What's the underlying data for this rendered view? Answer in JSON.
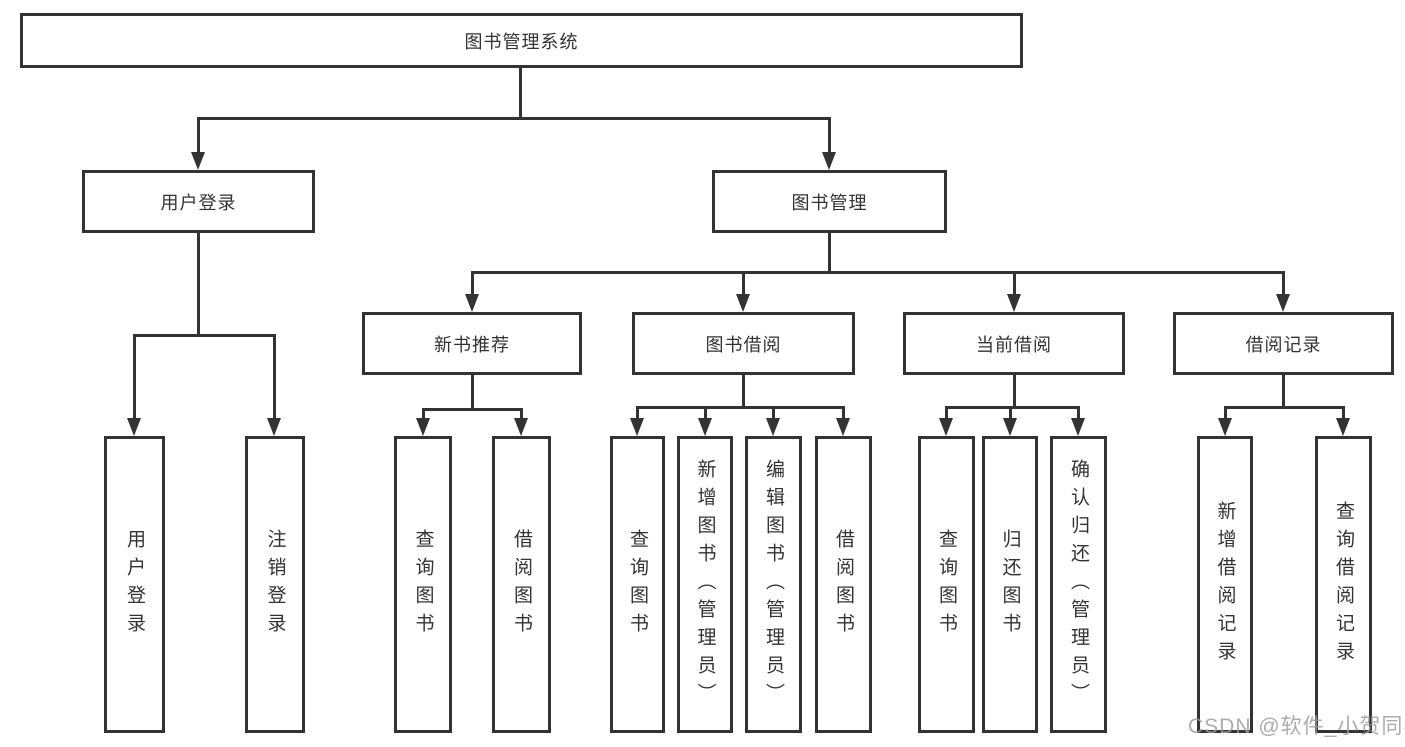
{
  "watermark": "CSDN @软件_小贺同学",
  "colors": {
    "line": "#333333",
    "text": "#333333",
    "watermark": "#9e9e9e",
    "background": "#ffffff"
  },
  "tree": {
    "label": "图书管理系统",
    "children": [
      {
        "label": "用户登录",
        "children": [
          {
            "label": "用户登录"
          },
          {
            "label": "注销登录"
          }
        ]
      },
      {
        "label": "图书管理",
        "children": [
          {
            "label": "新书推荐",
            "children": [
              {
                "label": "查询图书"
              },
              {
                "label": "借阅图书"
              }
            ]
          },
          {
            "label": "图书借阅",
            "children": [
              {
                "label": "查询图书"
              },
              {
                "label": "新增图书（管理员）"
              },
              {
                "label": "编辑图书（管理员）"
              },
              {
                "label": "借阅图书"
              }
            ]
          },
          {
            "label": "当前借阅",
            "children": [
              {
                "label": "查询图书"
              },
              {
                "label": "归还图书"
              },
              {
                "label": "确认归还（管理员）"
              }
            ]
          },
          {
            "label": "借阅记录",
            "children": [
              {
                "label": "新增借阅记录"
              },
              {
                "label": "查询借阅记录"
              }
            ]
          }
        ]
      }
    ]
  }
}
